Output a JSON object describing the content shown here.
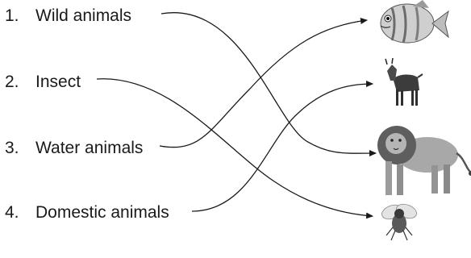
{
  "items": [
    {
      "number": "1.",
      "label": "Wild animals"
    },
    {
      "number": "2.",
      "label": "Insect"
    },
    {
      "number": "3.",
      "label": "Water animals"
    },
    {
      "number": "4.",
      "label": "Domestic animals"
    }
  ],
  "pictures": [
    {
      "name": "fish-picture"
    },
    {
      "name": "goat-picture"
    },
    {
      "name": "lion-picture"
    },
    {
      "name": "fly-picture"
    }
  ],
  "colors": {
    "ink": "#1a1a1a",
    "fish": "#c9c9c9",
    "goat": "#3a3a3a",
    "lion": "#8c8c8c",
    "fly": "#6e6e6e"
  }
}
